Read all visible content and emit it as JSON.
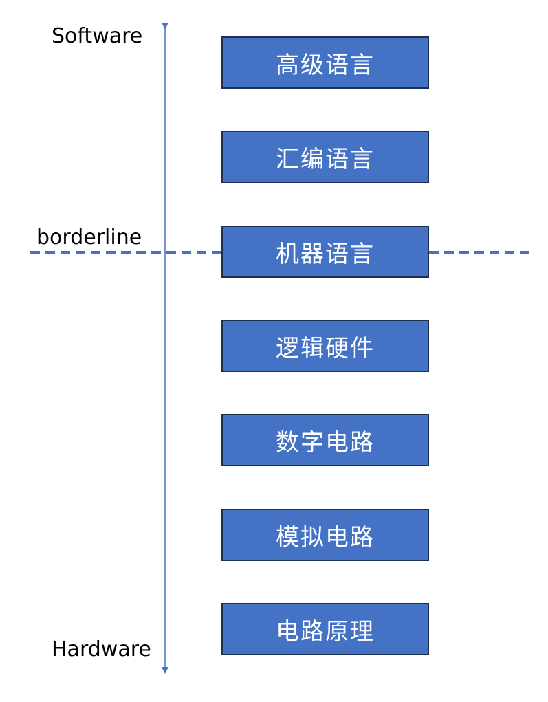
{
  "labels": {
    "top": "Software",
    "middle": "borderline",
    "bottom": "Hardware"
  },
  "layers": [
    "高级语言",
    "汇编语言",
    "机器语言",
    "逻辑硬件",
    "数字电路",
    "模拟电路",
    "电路原理"
  ],
  "colors": {
    "box_fill": "#4472c4",
    "box_border": "#1f2f4f",
    "axis": "#4472c4",
    "borderline": "#4472c4",
    "box_text": "#ffffff"
  }
}
